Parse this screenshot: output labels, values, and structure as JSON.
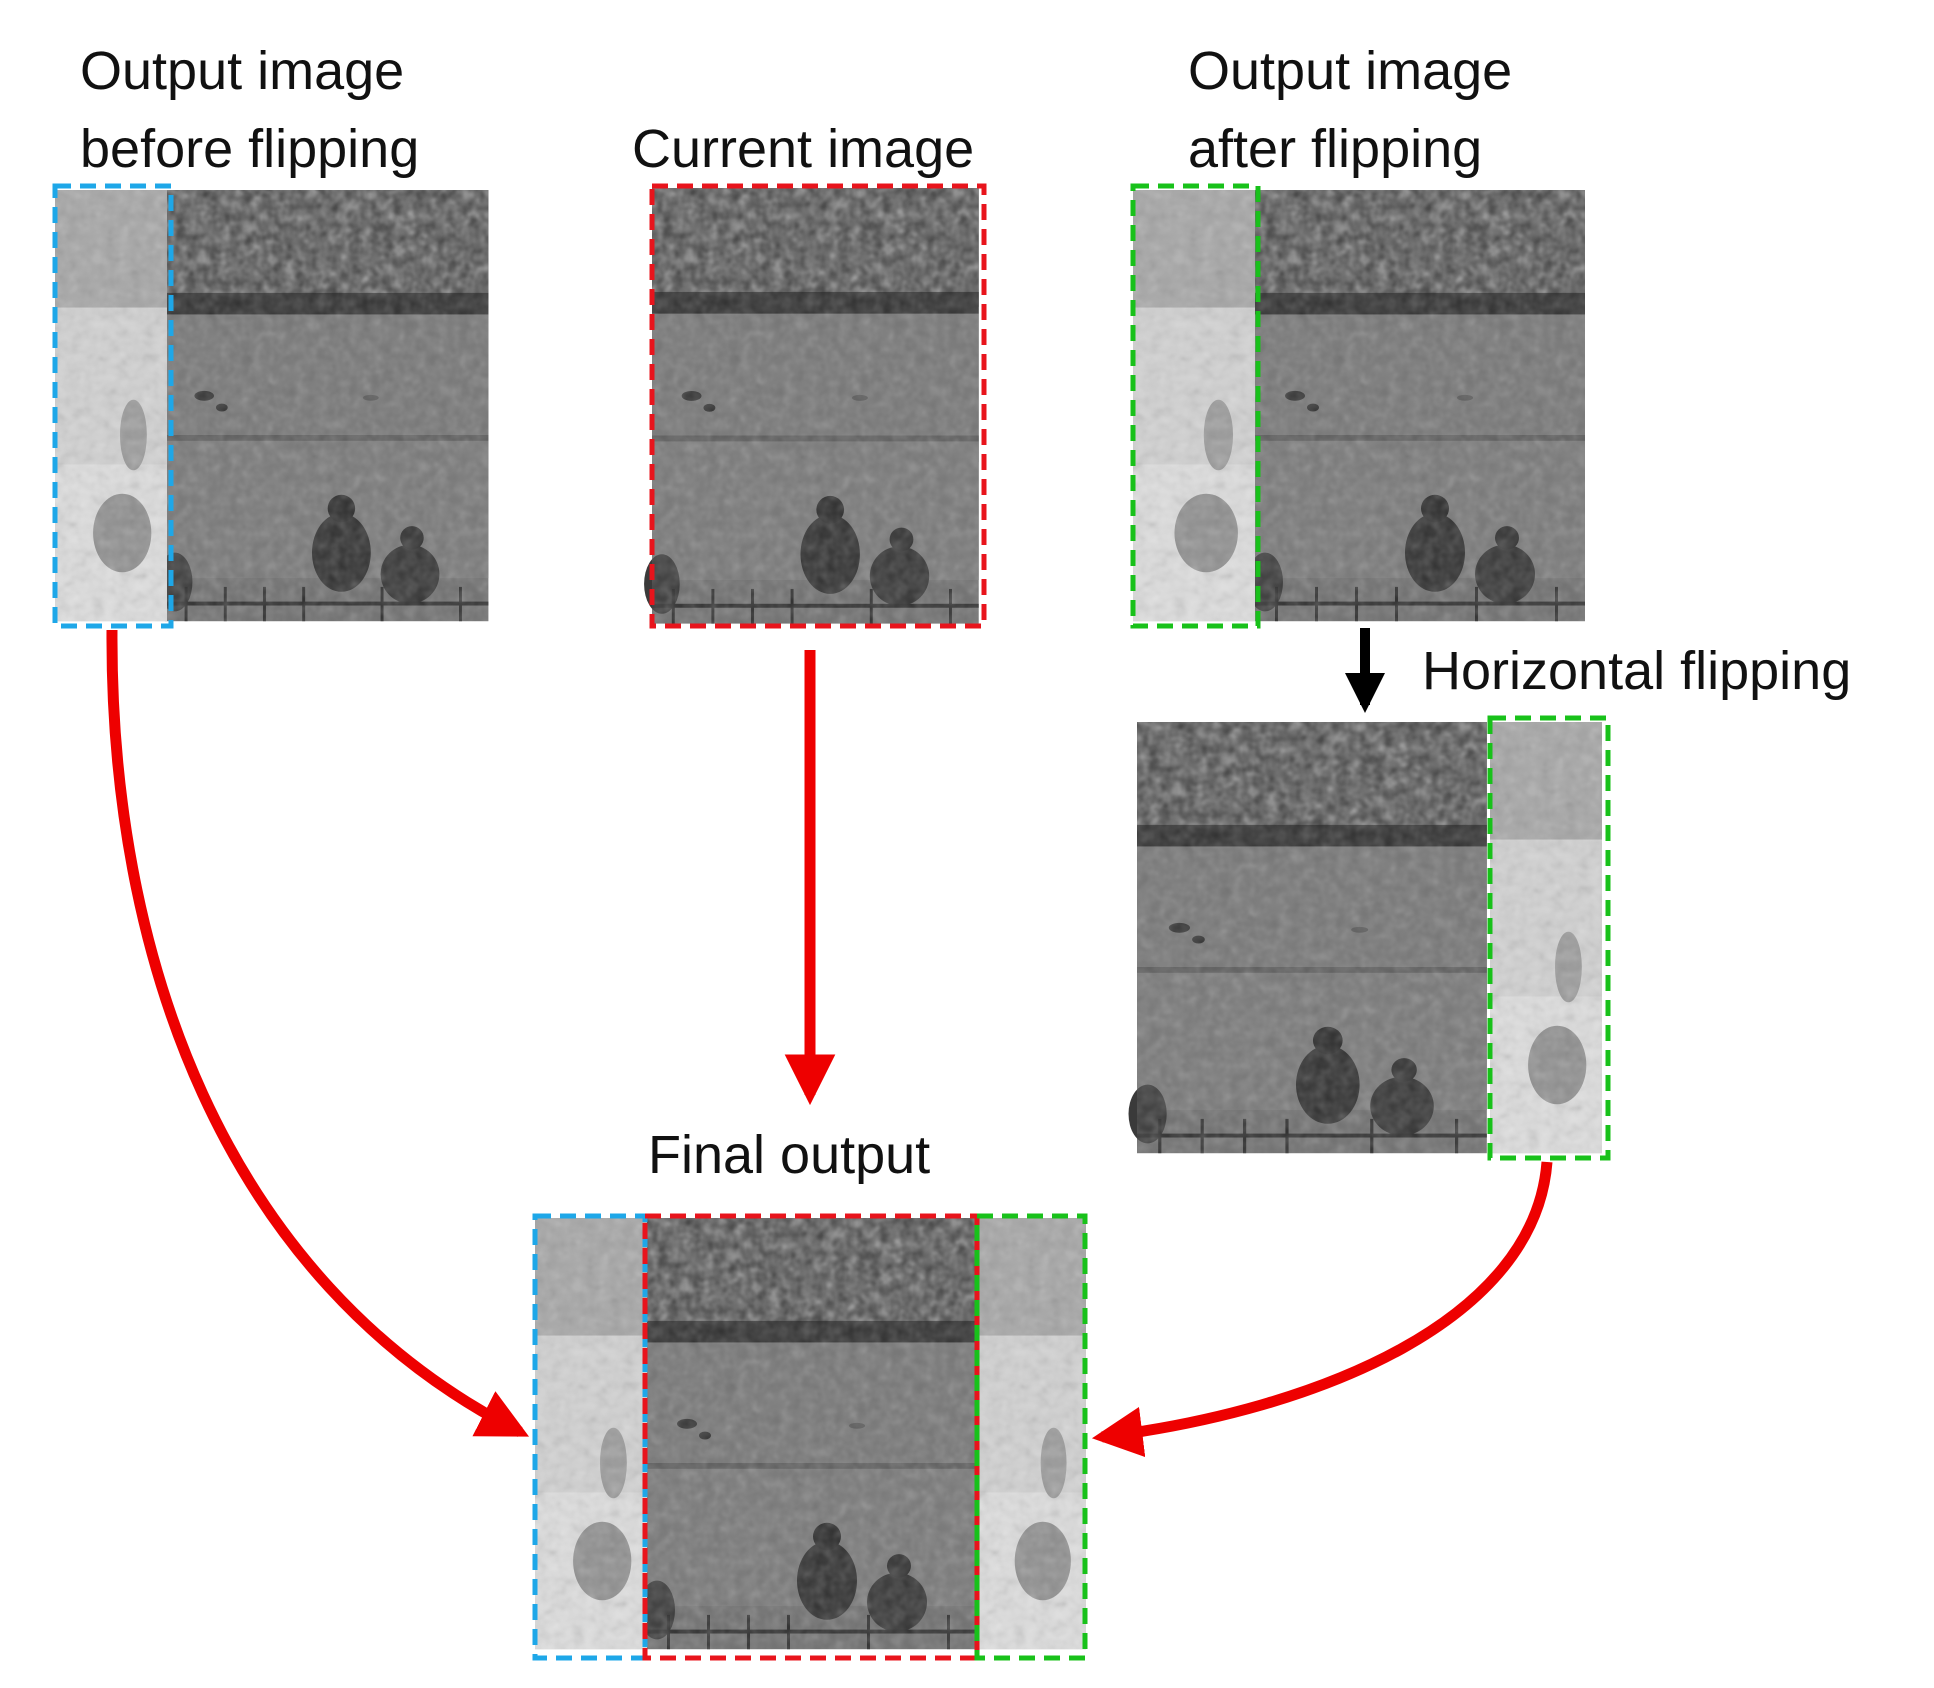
{
  "colors": {
    "previous_region": "#1ea7e8",
    "current_region": "#e8141c",
    "next_region": "#18c11a",
    "flow_arrow": "#ee0000",
    "flip_arrow": "#000000"
  },
  "labels": {
    "before_flip_line1": "Output image",
    "before_flip_line2": "before flipping",
    "current_image": "Current image",
    "after_flip_line1": "Output image",
    "after_flip_line2": "after flipping",
    "horizontal_flipping": "Horizontal flipping",
    "final_output": "Final output"
  }
}
